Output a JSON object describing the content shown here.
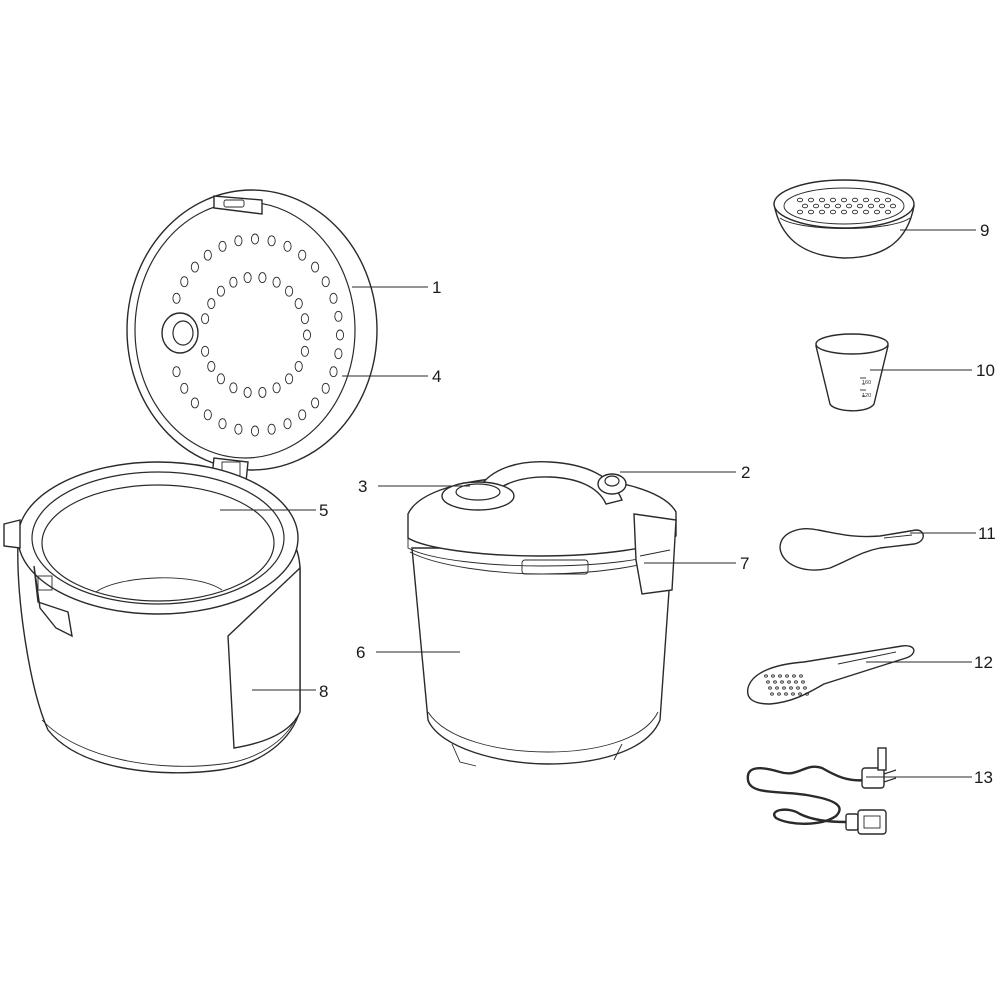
{
  "diagram": {
    "colors": {
      "stroke": "#2a2a2a",
      "background": "#ffffff"
    },
    "labels": [
      {
        "id": "1",
        "text": "1"
      },
      {
        "id": "2",
        "text": "2"
      },
      {
        "id": "3",
        "text": "3"
      },
      {
        "id": "4",
        "text": "4"
      },
      {
        "id": "5",
        "text": "5"
      },
      {
        "id": "6",
        "text": "6"
      },
      {
        "id": "7",
        "text": "7"
      },
      {
        "id": "8",
        "text": "8"
      },
      {
        "id": "9",
        "text": "9"
      },
      {
        "id": "10",
        "text": "10"
      },
      {
        "id": "11",
        "text": "11"
      },
      {
        "id": "12",
        "text": "12"
      },
      {
        "id": "13",
        "text": "13"
      }
    ],
    "measuring_cup_marks": [
      "160",
      "120"
    ]
  }
}
